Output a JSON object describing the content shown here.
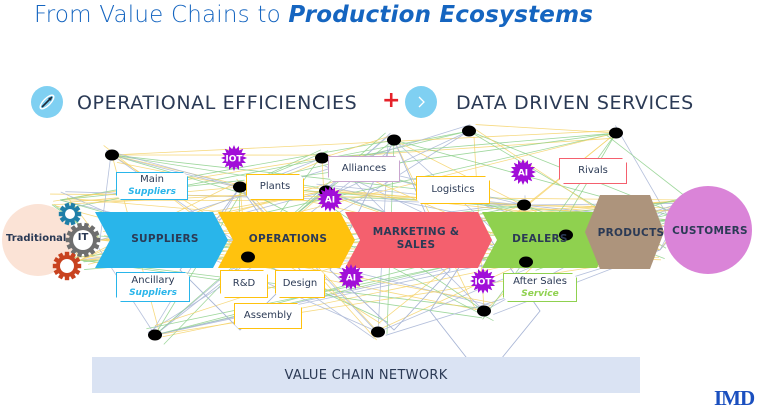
{
  "title": {
    "prefix": "From Value Chains to ",
    "emphasis": "Production Ecosystems"
  },
  "subheader": {
    "left_icon": "satellite-orbit-icon",
    "left_label": "OPERATIONAL EFFICIENCIES",
    "operator": "+",
    "right_icon": "chevron-right-icon",
    "right_label": "DATA DRIVEN SERVICES"
  },
  "origin": {
    "label": "Traditional",
    "gear_label": "IT"
  },
  "stages": [
    {
      "label": "SUPPLIERS",
      "color": "#29b5ea"
    },
    {
      "label": "OPERATIONS",
      "color": "#ffc20e"
    },
    {
      "label": "MARKETING & SALES",
      "color": "#f4606e"
    },
    {
      "label": "DEALERS",
      "color": "#8fd14f"
    }
  ],
  "products": {
    "label": "PRODUCTS",
    "color": "#ad947c"
  },
  "customers": {
    "label": "CUSTOMERS",
    "color": "#da84d8"
  },
  "tags": {
    "main_suppliers": {
      "line1": "Main",
      "line2": "Suppliers"
    },
    "ancillary_suppliers": {
      "line1": "Ancillary",
      "line2": "Suppliers"
    },
    "plants": "Plants",
    "alliances": "Alliances",
    "logistics": "Logistics",
    "rivals": "Rivals",
    "rnd": "R&D",
    "design": "Design",
    "assembly": "Assembly",
    "after_sales": {
      "line1": "After Sales",
      "line2": "Service"
    }
  },
  "bursts": {
    "iot": "IOT",
    "ai": "AI"
  },
  "footer": {
    "band_label": "VALUE CHAIN NETWORK",
    "logo": "IMD"
  },
  "colors": {
    "title_blue": "#1565c0",
    "accent_red": "#e52129",
    "burst_purple": "#a10ed8",
    "text_dark": "#2b3a55"
  }
}
